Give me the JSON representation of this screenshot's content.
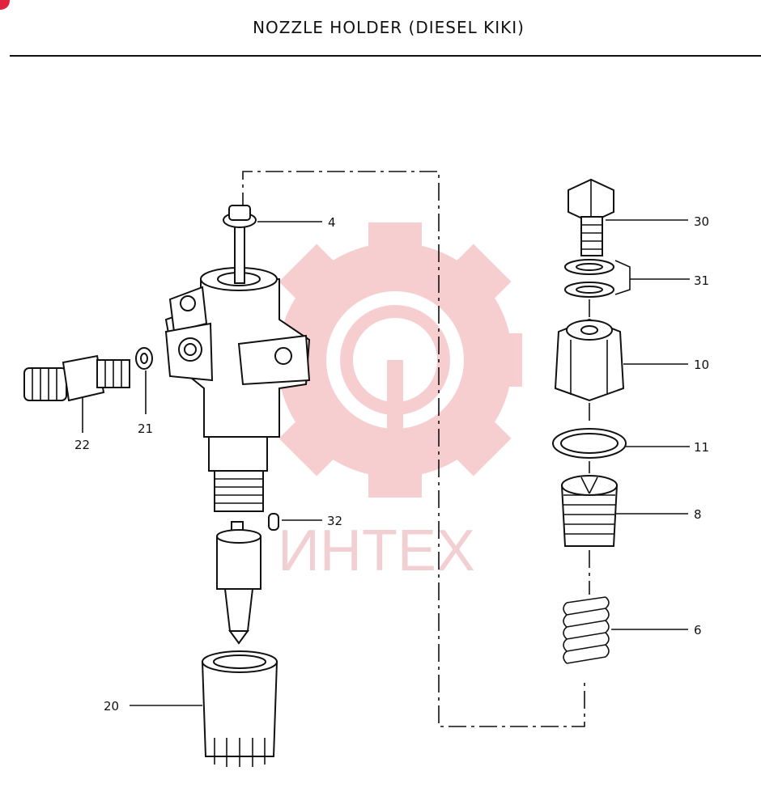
{
  "title": "NOZZLE HOLDER (DIESEL KIKI)",
  "watermark_text": "ИНТЕХ",
  "colors": {
    "watermark": "#f7c9cc",
    "badge": "#e0223c",
    "ink": "#111111"
  },
  "callouts": {
    "c4": "4",
    "c30": "30",
    "c31": "31",
    "c10": "10",
    "c11": "11",
    "c8": "8",
    "c6": "6",
    "c22": "22",
    "c21": "21",
    "c32": "32",
    "c20": "20"
  }
}
